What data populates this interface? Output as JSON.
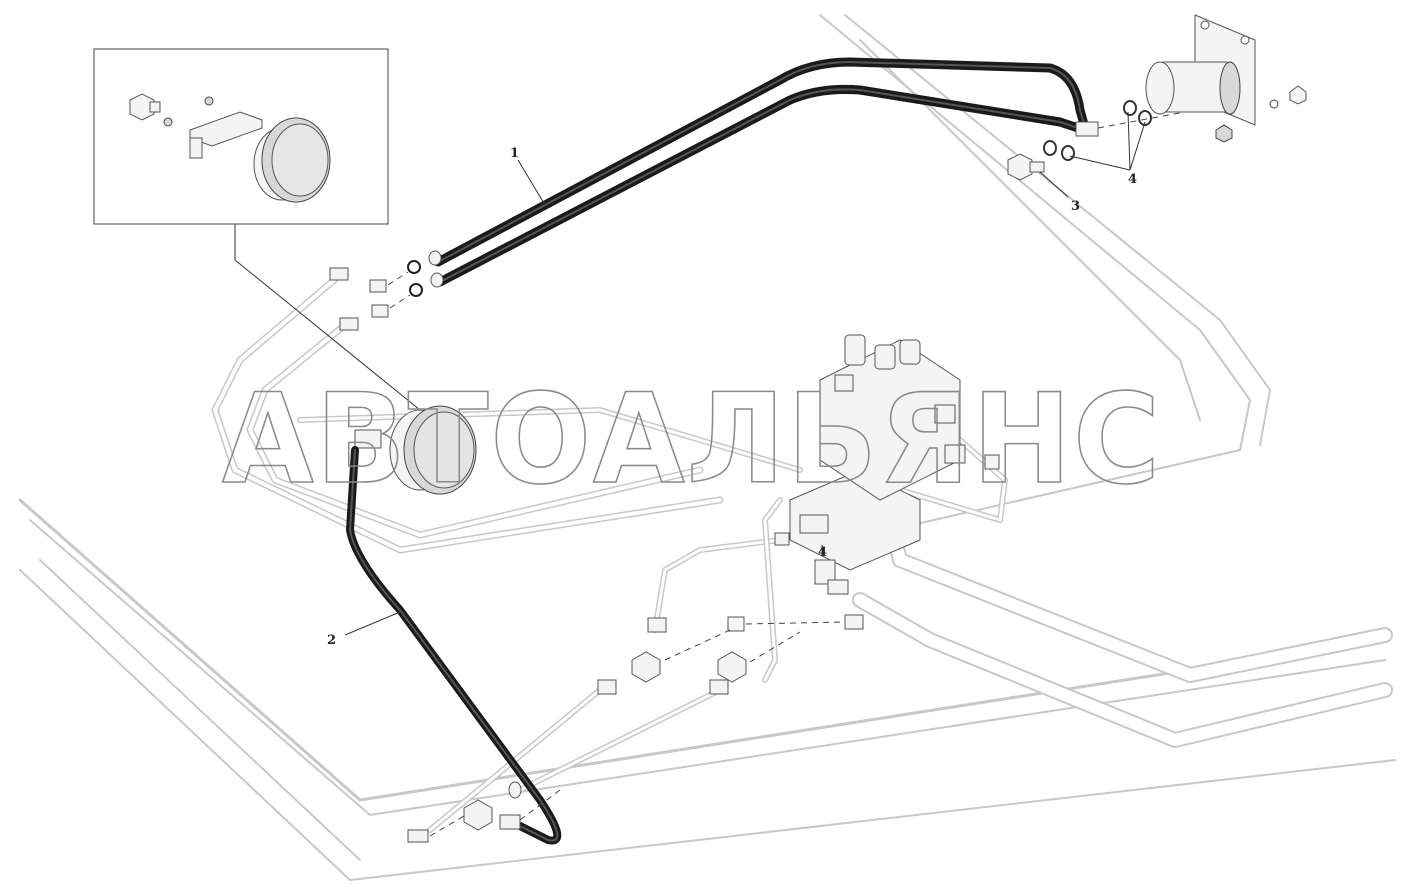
{
  "callouts": {
    "c1": "1",
    "c2": "2",
    "c3": "3",
    "c4a": "4",
    "c4b": "4"
  },
  "watermark": "АВТОАЛЬЯНС",
  "colors": {
    "hose": "#1a1a1a",
    "pipe_outline": "#c8c8c8",
    "watermark_stroke": "#8a8a8a"
  }
}
